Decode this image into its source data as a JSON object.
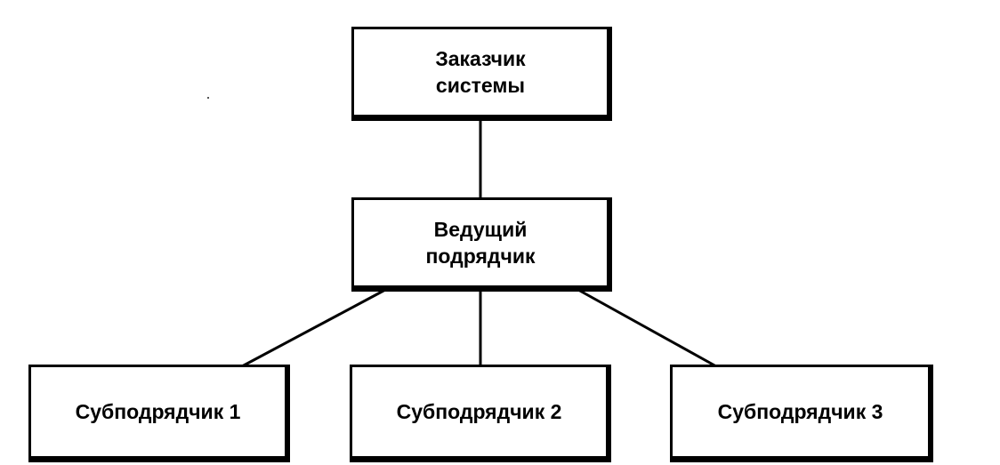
{
  "diagram": {
    "customer": {
      "line1": "Заказчик",
      "line2": "системы"
    },
    "lead_contractor": {
      "line1": "Ведущий",
      "line2": "подрядчик"
    },
    "subcontractors": [
      {
        "label": "Субподрядчик 1"
      },
      {
        "label": "Субподрядчик 2"
      },
      {
        "label": "Субподрядчик 3"
      }
    ]
  },
  "colors": {
    "ink": "#000000",
    "background": "#ffffff"
  }
}
